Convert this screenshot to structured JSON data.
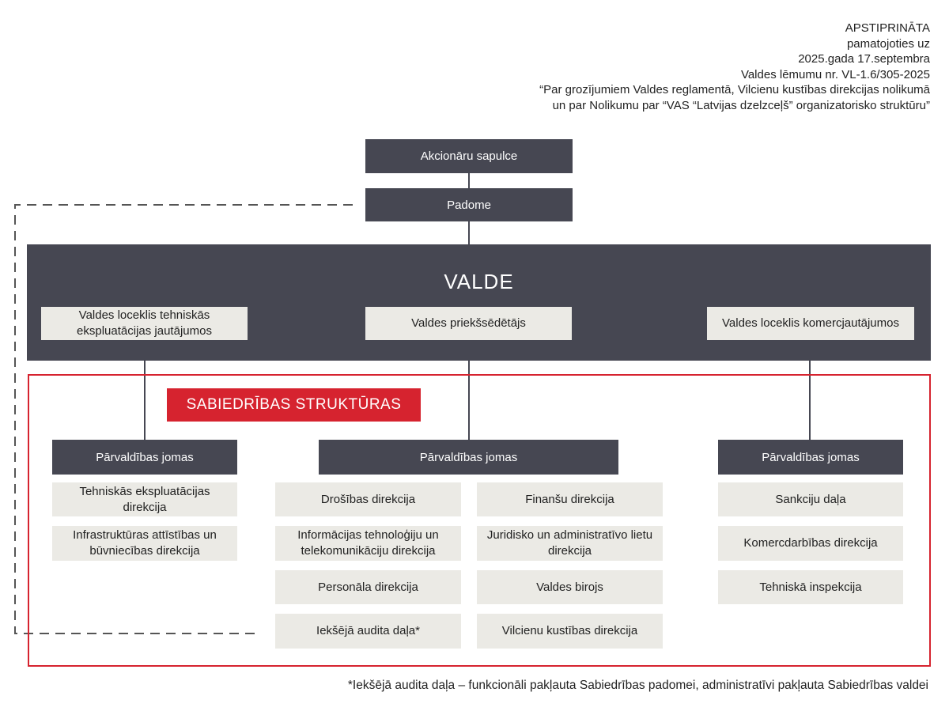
{
  "header": {
    "lines": [
      "APSTIPRINĀTA",
      "pamatojoties uz",
      "2025.gada 17.septembra",
      "Valdes lēmumu nr. VL-1.6/305-2025",
      "“Par grozījumiem Valdes reglamentā, Vilcienu kustības direkcijas nolikumā",
      "un par Nolikumu par “VAS “Latvijas dzelzceļš” organizatorisko struktūru”"
    ]
  },
  "top": {
    "shareholders": "Akcionāru sapulce",
    "council": "Padome"
  },
  "board": {
    "title": "VALDE",
    "left_member": "Valdes loceklis tehniskās ekspluatācijas jautājumos",
    "chair": "Valdes priekšsēdētājs",
    "right_member": "Valdes loceklis komercjautājumos"
  },
  "structures": {
    "label": "SABIEDRĪBAS STRUKTŪRAS",
    "left": {
      "header": "Pārvaldības jomas",
      "items": [
        "Tehniskās ekspluatācijas direkcija",
        "Infrastruktūras attīstības un būvniecības direkcija"
      ]
    },
    "center": {
      "header": "Pārvaldības jomas",
      "col1": [
        "Drošības direkcija",
        "Informācijas tehnoloģiju un telekomunikāciju direkcija",
        "Personāla direkcija",
        "Iekšējā audita daļa*"
      ],
      "col2": [
        "Finanšu direkcija",
        "Juridisko un administratīvo lietu direkcija",
        "Valdes birojs",
        "Vilcienu kustības direkcija"
      ]
    },
    "right": {
      "header": "Pārvaldības jomas",
      "items": [
        "Sankciju daļa",
        "Komercdarbības direkcija",
        "Tehniskā inspekcija"
      ]
    }
  },
  "footnote": "*Iekšējā audita daļa – funkcionāli pakļauta Sabiedrības padomei, administratīvi pakļauta Sabiedrības valdei",
  "colors": {
    "dark": "#464752",
    "light": "#ebeae5",
    "accent": "#d6232f"
  }
}
